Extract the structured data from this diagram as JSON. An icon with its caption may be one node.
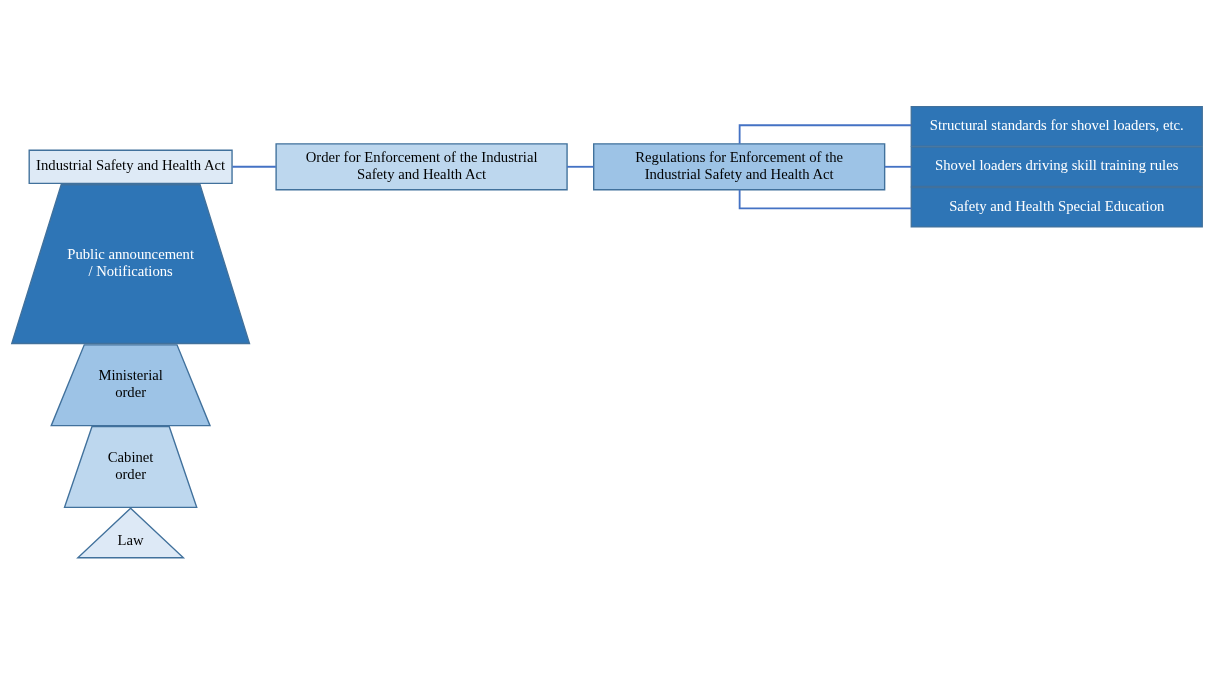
{
  "diagram": {
    "nodes": [
      {
        "text": [
          "Law"
        ]
      },
      {
        "text": [
          "Cabinet order"
        ]
      },
      {
        "text": [
          "Ministerial order"
        ]
      },
      {
        "text": [
          "Public announcement / Notifications"
        ]
      },
      {
        "text": [
          "Industrial Safety and Health Act"
        ]
      },
      {
        "text": [
          "Order for Enforcement of the Industrial Safety and Health Act"
        ]
      },
      {
        "text": [
          "Regulations for Enforcement of the Industrial Safety and Health Act"
        ]
      },
      {
        "text": [
          "Structural standards for shovel loaders, etc."
        ]
      },
      {
        "text": [
          "Shovel loaders driving skill training rules"
        ]
      },
      {
        "text": [
          "Safety and Health Special Education"
        ]
      }
    ],
    "edges": [
      {
        "from": 4,
        "to": 5,
        "arrow": "none"
      },
      {
        "from": 5,
        "to": 6,
        "arrow": "none"
      },
      {
        "from": 6,
        "to": 7,
        "arrow": "none"
      },
      {
        "from": 6,
        "to": 8,
        "arrow": "none"
      },
      {
        "from": 6,
        "to": 9,
        "arrow": "none"
      }
    ]
  }
}
